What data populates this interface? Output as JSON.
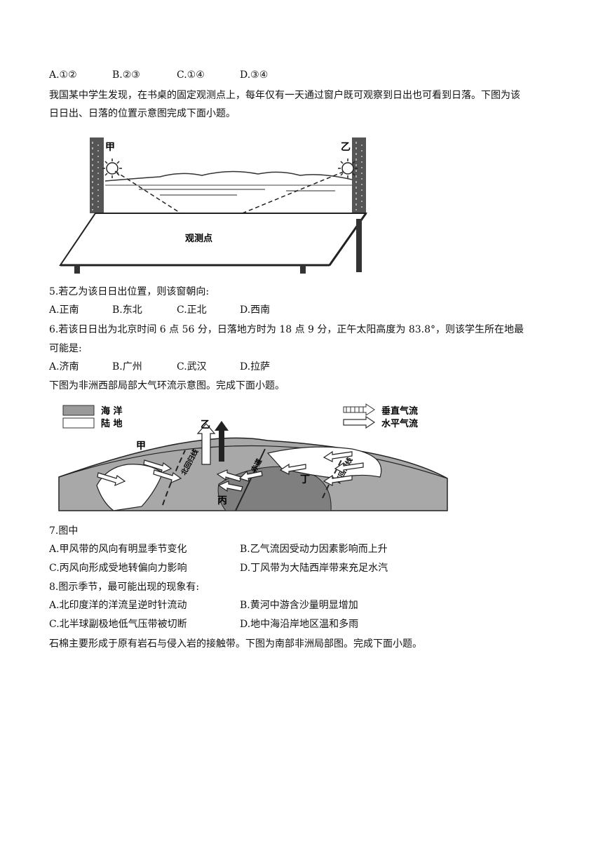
{
  "q4_options": [
    "A.①②",
    "B.②③",
    "C.①④",
    "D.③④"
  ],
  "intro1_line1": "我国某中学生发现，在书桌的固定观测点上，每年仅有一天通过窗户既可观察到日出也可看到日落。下图为该",
  "intro1_line2": "日日出、日落的位置示意图完成下面小题。",
  "fig1": {
    "label_jia": "甲",
    "label_yi": "乙",
    "label_point": "观测点"
  },
  "q5": {
    "stem": "5.若乙为该日日出位置，则该窗朝向:",
    "options": [
      "A.正南",
      "B.东北",
      "C.正北",
      "D.西南"
    ]
  },
  "q6": {
    "stem_line1": "6.若该日日出为北京时间 6 点 56 分，日落地方时为 18 点 9 分，正午太阳高度为 83.8°，则该学生所在地最",
    "stem_line2": "可能是:",
    "options": [
      "A.济南",
      "B.广州",
      "C.武汉",
      "D.拉萨"
    ]
  },
  "intro2": "下图为非洲西部局部大气环流示意图。完成下面小题。",
  "fig2": {
    "legend_ocean": "海 洋",
    "legend_land": "陆 地",
    "legend_vertical": "垂直气流",
    "legend_horizontal": "水平气流",
    "label_jia": "甲",
    "label_yi": "乙",
    "label_bing": "丙",
    "label_ding": "丁",
    "label_tropic_n": "北回归线",
    "label_equator": "赤道",
    "label_tropic_s": "南回归线"
  },
  "q7": {
    "stem": "7.图中",
    "options": [
      "A.甲风带的风向有明显季节变化",
      "B.乙气流因受动力因素影响而上升",
      "C.丙风向形成受地转偏向力影响",
      "D.丁风带为大陆西岸带来充足水汽"
    ]
  },
  "q8": {
    "stem": "8.图示季节，最可能出现的现象有:",
    "options": [
      "A.北印度洋的洋流呈逆时针流动",
      "B.黄河中游含沙量明显增加",
      "C.北半球副极地低气压带被切断",
      "D.地中海沿岸地区温和多雨"
    ]
  },
  "intro3": "石棉主要形成于原有岩石与侵入岩的接触带。下图为南部非洲局部图。完成下面小题。"
}
